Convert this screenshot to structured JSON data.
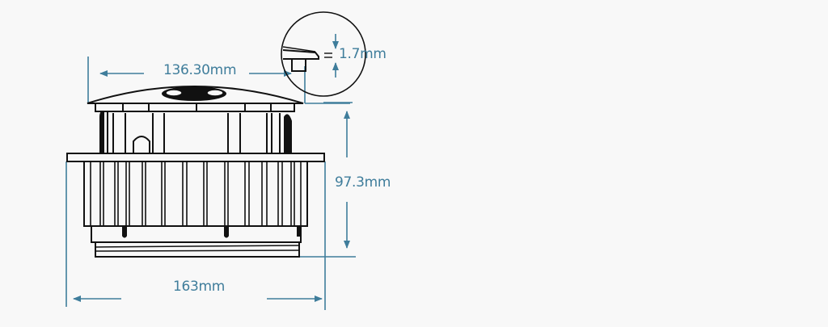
{
  "diagram": {
    "title": "",
    "subject": "recessed round device side-view technical drawing",
    "colors": {
      "background": "#f8f8f8",
      "outline": "#111111",
      "dimension": "#3f7d9b"
    },
    "dimensions": {
      "top_width": "136.30mm",
      "lip_thickness": "1.7mm",
      "height": "97.3mm",
      "flange_width": "163mm"
    },
    "detail_callout": "circular magnified detail of top lip edge"
  }
}
